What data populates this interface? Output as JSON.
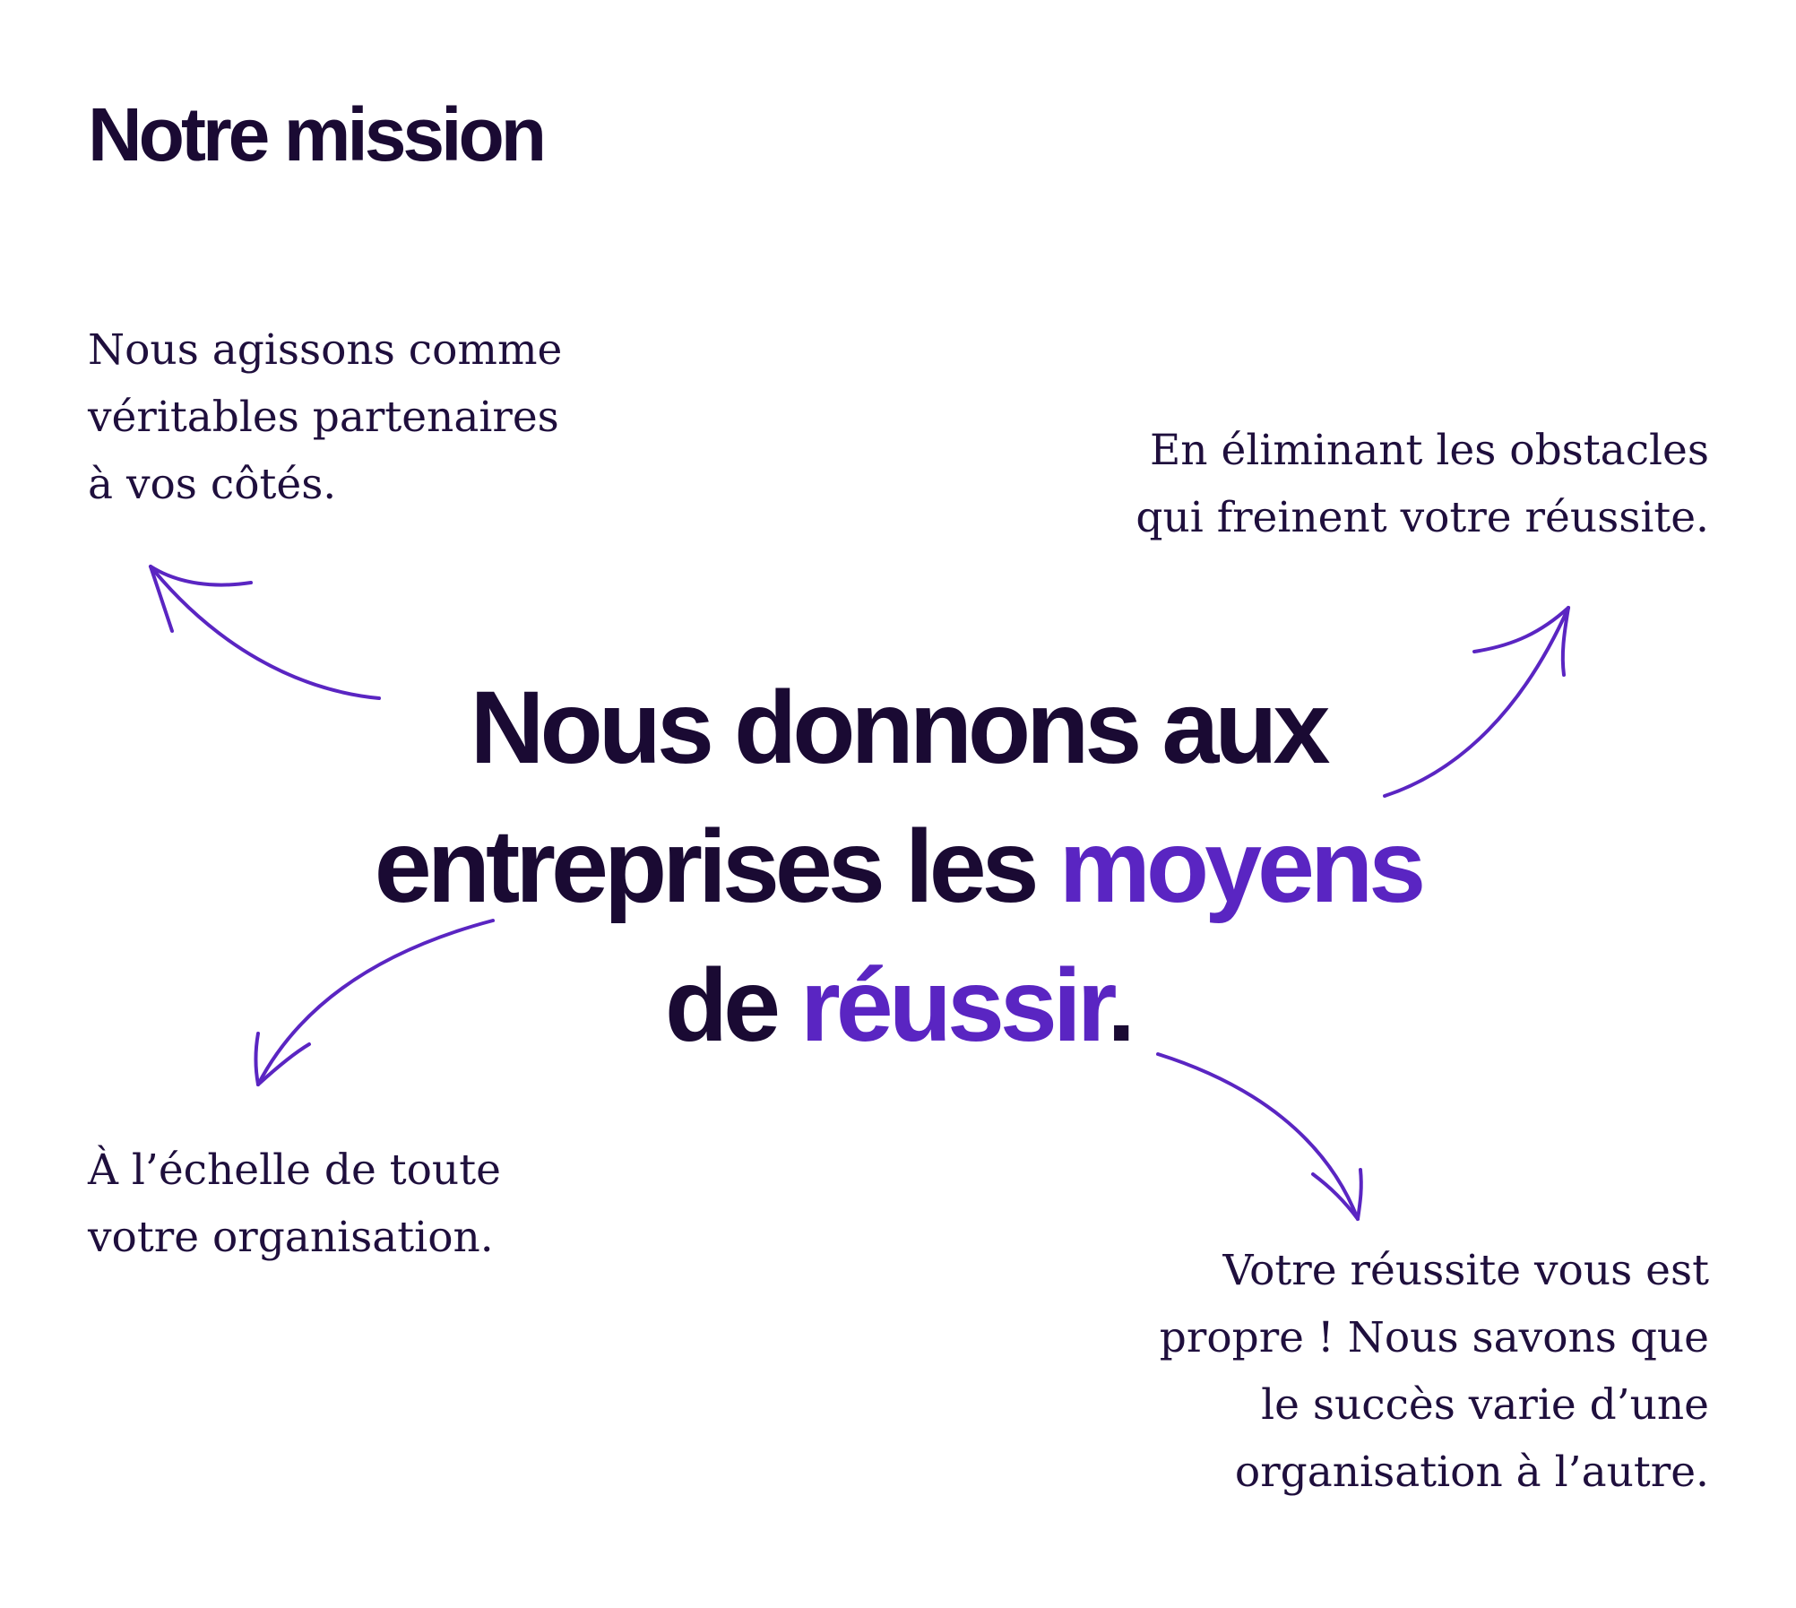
{
  "heading": "Notre mission",
  "notes": {
    "top_left": [
      "Nous agissons comme",
      "véritables partenaires",
      "à vos côtés."
    ],
    "top_right": [
      "En éliminant les obstacles",
      "qui freinent votre réussite."
    ],
    "bottom_left": [
      "À l’échelle de toute",
      "votre organisation."
    ],
    "bottom_right": [
      "Votre réussite vous est",
      "propre ! Nous savons que",
      "le succès varie d’une",
      "organisation à l’autre."
    ]
  },
  "statement": {
    "line1": "Nous donnons aux",
    "line2_start": "entreprises les ",
    "line2_highlight": "moyens",
    "line3_start": "de ",
    "line3_highlight": "réussir",
    "line3_end": "."
  },
  "colors": {
    "text": "#1a0a33",
    "accent": "#5a25c2"
  }
}
